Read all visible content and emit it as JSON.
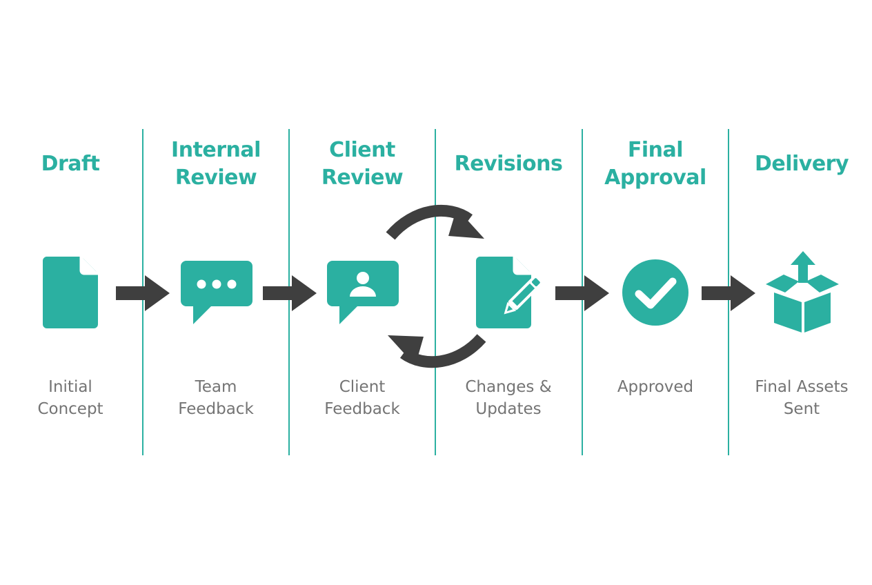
{
  "colors": {
    "accent": "#2bb0a1",
    "arrow": "#3f3f3f",
    "description": "#747474",
    "divider": "#2bb0a1"
  },
  "stages": [
    {
      "title_lines": [
        "Draft"
      ],
      "description_lines": [
        "Initial",
        "Concept"
      ],
      "icon": "document-icon"
    },
    {
      "title_lines": [
        "Internal",
        "Review"
      ],
      "description_lines": [
        "Team",
        "Feedback"
      ],
      "icon": "chat-bubble-dots-icon"
    },
    {
      "title_lines": [
        "Client",
        "Review"
      ],
      "description_lines": [
        "Client",
        "Feedback"
      ],
      "icon": "chat-bubble-user-icon"
    },
    {
      "title_lines": [
        "Revisions"
      ],
      "description_lines": [
        "Changes &",
        "Updates"
      ],
      "icon": "document-edit-icon"
    },
    {
      "title_lines": [
        "Final",
        "Approval"
      ],
      "description_lines": [
        "Approved"
      ],
      "icon": "check-circle-icon"
    },
    {
      "title_lines": [
        "Delivery"
      ],
      "description_lines": [
        "Final Assets",
        "Sent"
      ],
      "icon": "box-upload-icon"
    }
  ],
  "connectors": [
    "arrow-right-icon",
    "arrow-right-icon",
    "loop-arrows-icon",
    "arrow-right-icon",
    "arrow-right-icon"
  ]
}
